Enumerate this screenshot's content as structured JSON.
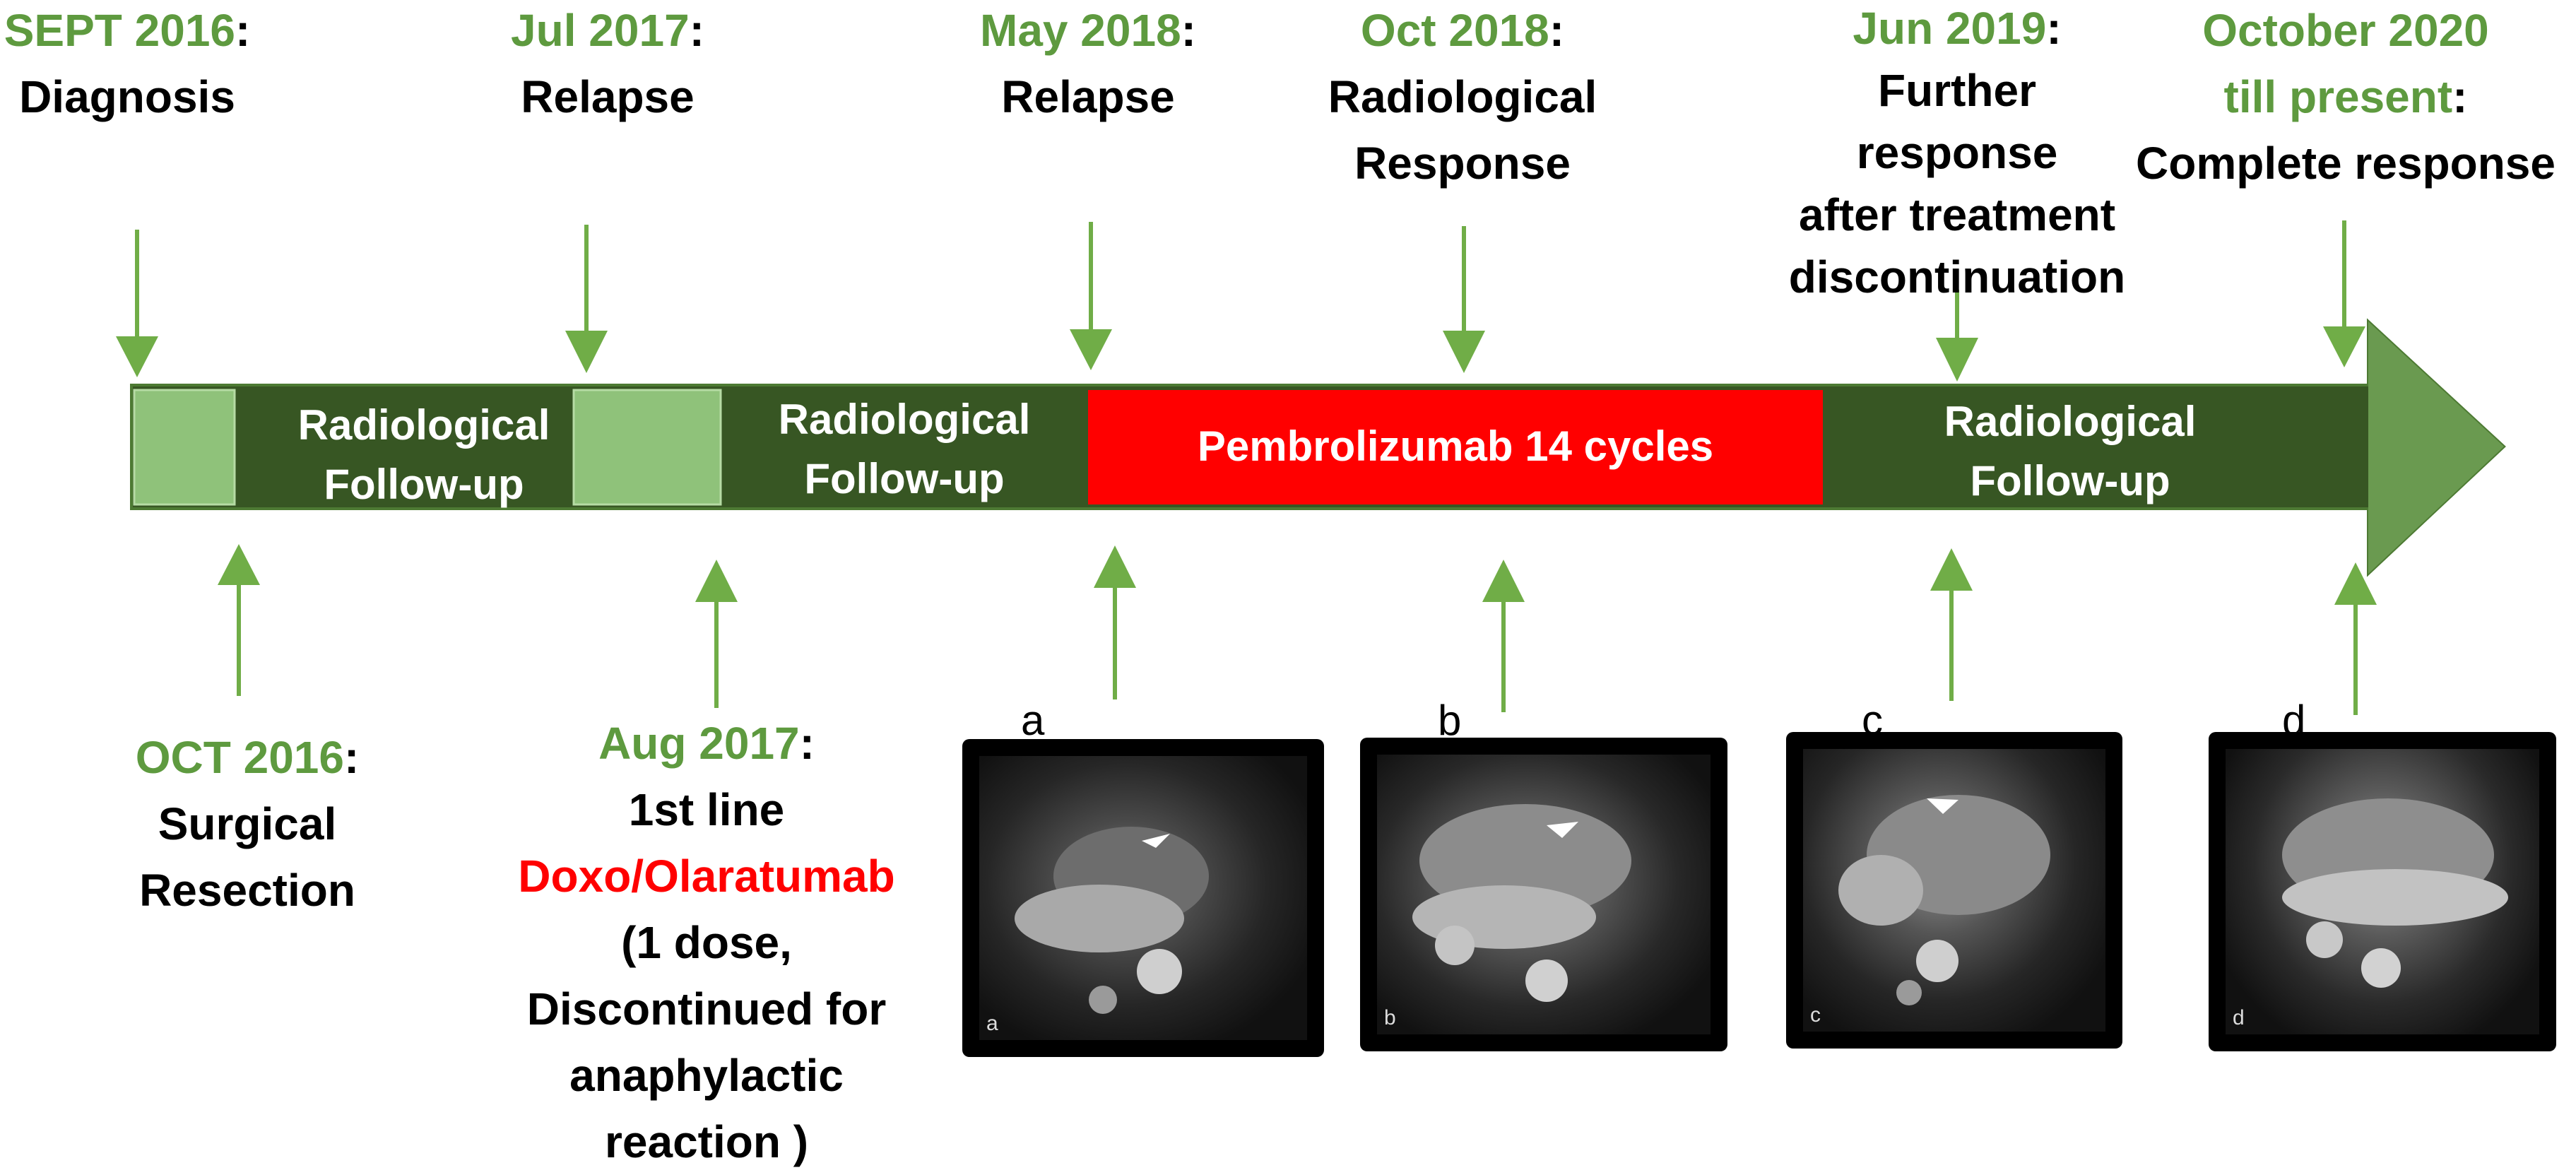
{
  "top_events": [
    {
      "date": "SEPT 2016",
      "text_lines": [
        "Diagnosis"
      ]
    },
    {
      "date": "Jul 2017",
      "text_lines": [
        "Relapse"
      ]
    },
    {
      "date": "May 2018",
      "text_lines": [
        "Relapse"
      ]
    },
    {
      "date": "Oct 2018",
      "text_lines": [
        "Radiological",
        "Response"
      ]
    },
    {
      "date": "Jun 2019",
      "text_lines": [
        "Further",
        "response",
        "after treatment",
        "discontinuation"
      ]
    },
    {
      "date_line1": "October 2020",
      "date_line2": "till present",
      "text_lines": [
        "Complete response"
      ]
    }
  ],
  "bottom_events": [
    {
      "date": "OCT 2016",
      "text_lines": [
        "Surgical",
        "Resection"
      ]
    },
    {
      "date": "Aug 2017",
      "line1": "1st line",
      "treatment": "Doxo/Olaratumab",
      "note_lines": [
        "(1 dose,",
        "Discontinued for",
        "anaphylactic",
        "reaction )"
      ]
    }
  ],
  "timeline_segments": [
    {
      "label_line1": "Radiological",
      "label_line2": "Follow-up"
    },
    {
      "label_line1": "Radiological",
      "label_line2": "Follow-up"
    },
    {
      "label": "Pembrolizumab 14 cycles"
    },
    {
      "label_line1": "Radiological",
      "label_line2": "Follow-up"
    }
  ],
  "image_panels": [
    {
      "letter": "a",
      "corner": "a"
    },
    {
      "letter": "b",
      "corner": "b"
    },
    {
      "letter": "c",
      "corner": "c"
    },
    {
      "letter": "d",
      "corner": "d"
    }
  ],
  "colors": {
    "date_green": "#5e9a3f",
    "bar_dark": "#375623",
    "bar_light": "#8fc27a",
    "treatment_red": "#ff0000",
    "arrow_green": "#70ad47"
  }
}
